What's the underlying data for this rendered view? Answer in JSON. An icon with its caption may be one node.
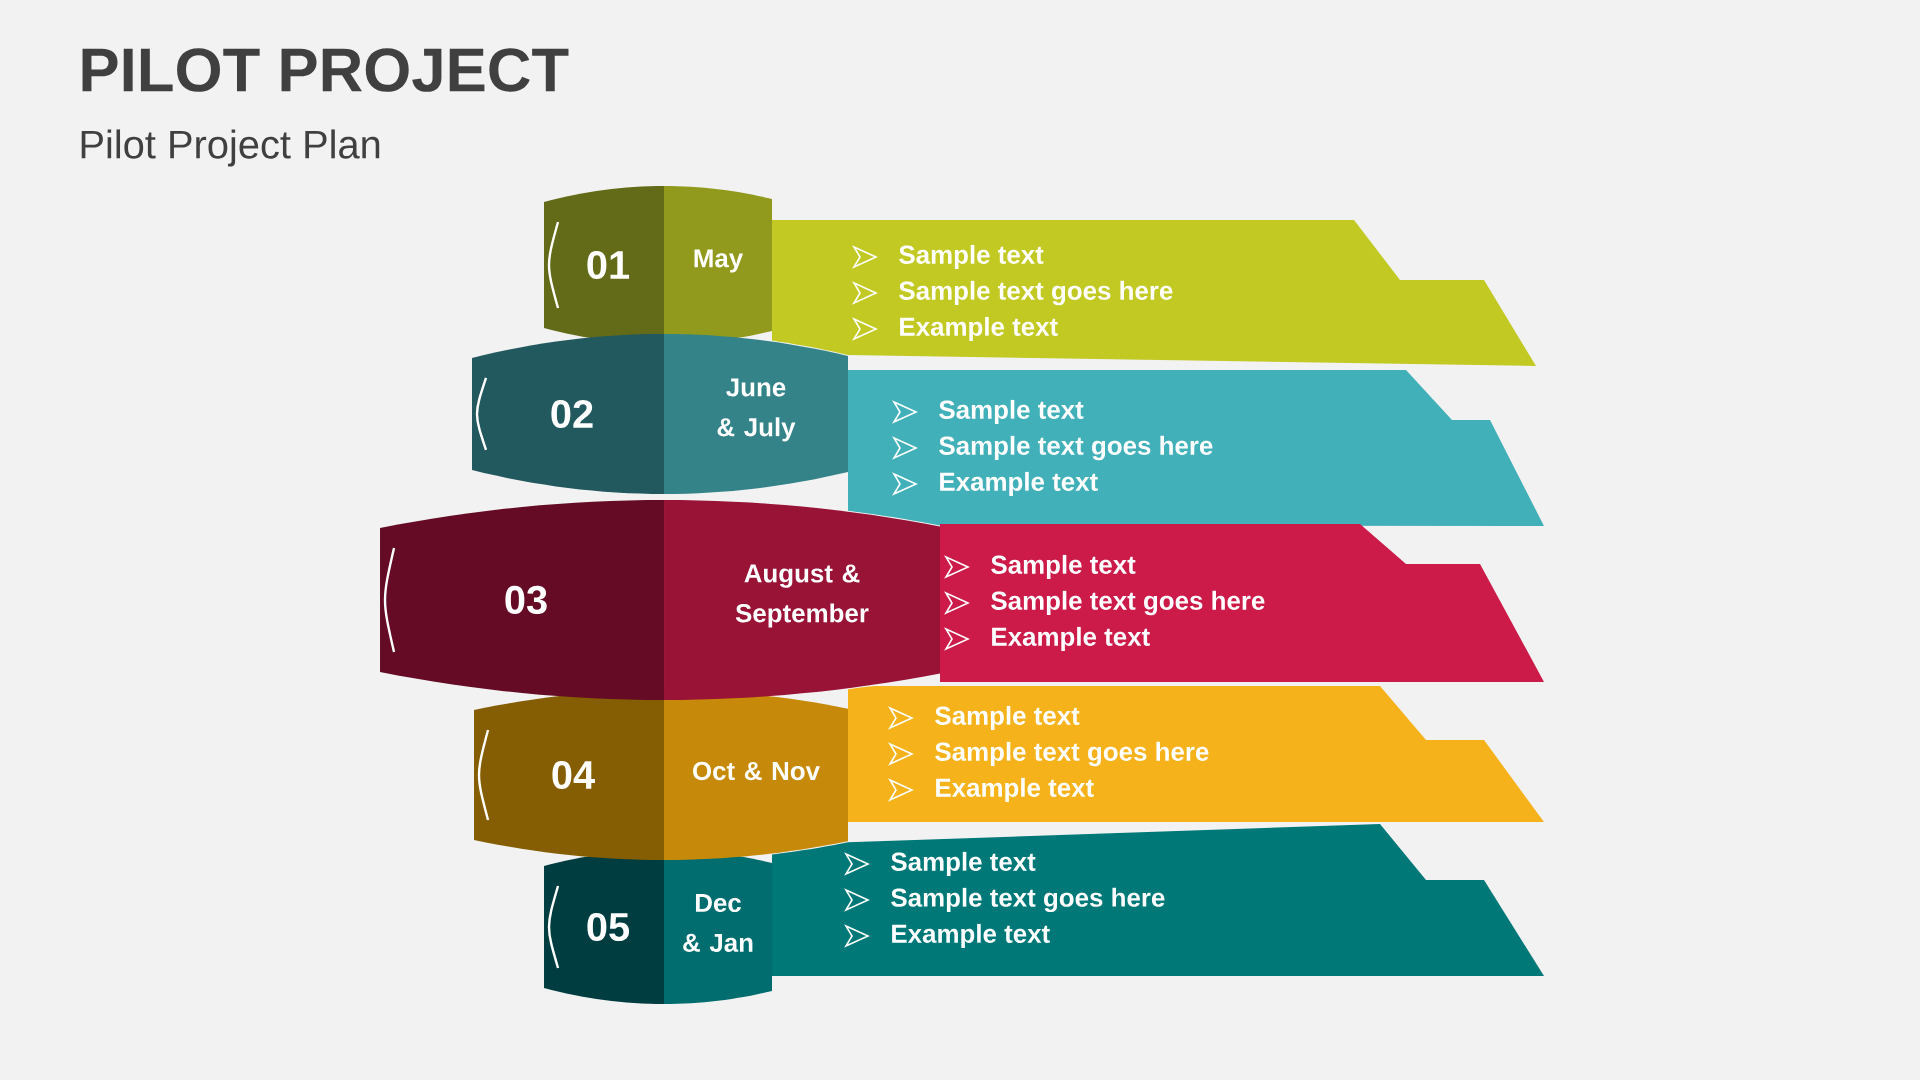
{
  "diagram": {
    "title": "PILOT PROJECT",
    "nodes": [
      {
        "text": [
          "01"
        ]
      },
      {
        "text": [
          "May"
        ]
      },
      {
        "text": [
          "Sample text",
          "Sample text goes here",
          "Example text"
        ]
      },
      {
        "text": [
          "02"
        ]
      },
      {
        "text": [
          "June & July"
        ]
      },
      {
        "text": [
          "Sample text",
          "Sample text goes here",
          "Example text"
        ]
      },
      {
        "text": [
          "03"
        ]
      },
      {
        "text": [
          "August & September"
        ]
      },
      {
        "text": [
          "Sample text",
          "Sample text goes here",
          "Example text"
        ]
      },
      {
        "text": [
          "04"
        ]
      },
      {
        "text": [
          "Oct & Nov"
        ]
      },
      {
        "text": [
          "Sample text",
          "Sample text goes here",
          "Example text"
        ]
      },
      {
        "text": [
          "05"
        ]
      },
      {
        "text": [
          "Dec & Jan"
        ]
      },
      {
        "text": [
          "Sample text",
          "Sample text goes here",
          "Example text"
        ]
      }
    ],
    "labels": [
      "Pilot Project Plan"
    ]
  }
}
